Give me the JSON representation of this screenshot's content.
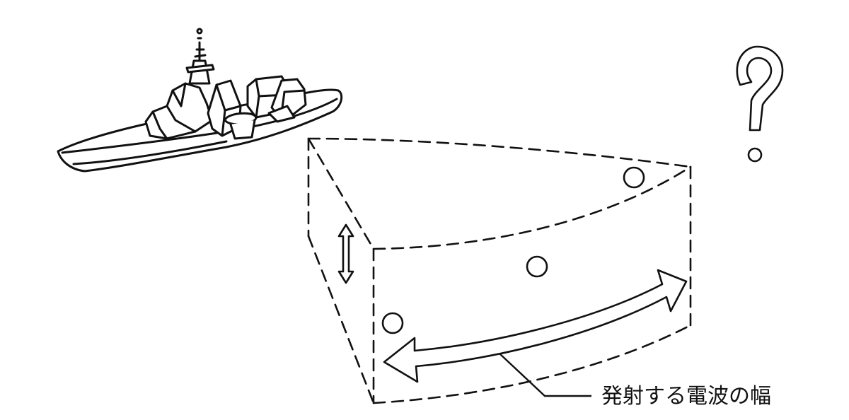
{
  "diagram": {
    "caption": "発射する電波の幅",
    "symbols": {
      "question_mark": "?",
      "ship": "warship-icon",
      "beam_volume": "radar-beam-volume",
      "vertical_arrow": "double-arrow-vertical",
      "horizontal_arrow": "double-arrow-horizontal"
    },
    "colors": {
      "ink": "#111111",
      "background": "#ffffff"
    }
  }
}
